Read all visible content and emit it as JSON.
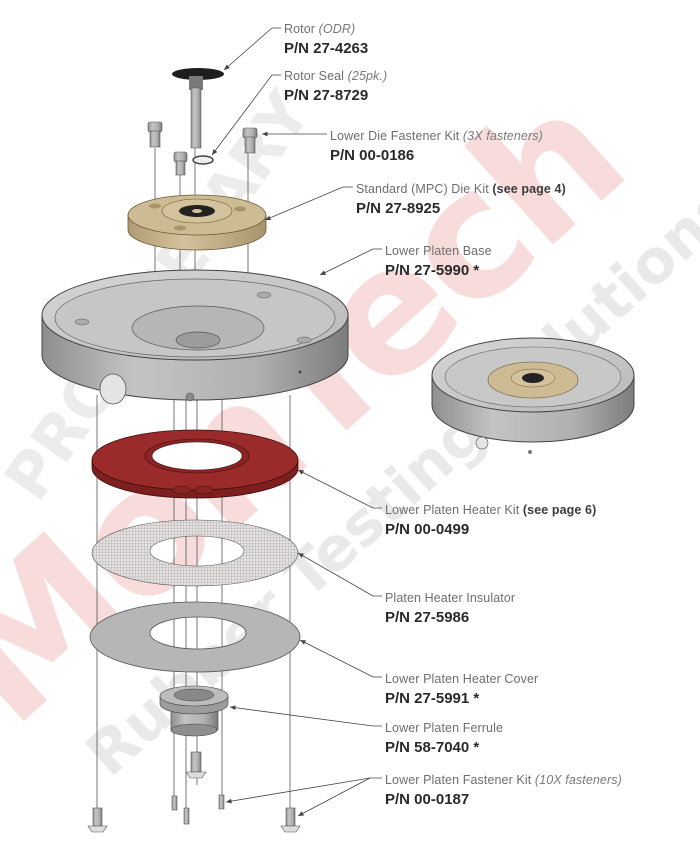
{
  "diagram": {
    "type": "exploded-assembly",
    "subject": "Lower platen / die assembly",
    "parts": [
      {
        "id": "rotor",
        "name": "Rotor",
        "qualifier": "(ODR)",
        "note": "",
        "pn": "P/N 27-4263"
      },
      {
        "id": "rotor-seal",
        "name": "Rotor Seal",
        "qualifier": "(25pk.)",
        "note": "",
        "pn": "P/N 27-8729"
      },
      {
        "id": "lower-die-fastener-kit",
        "name": "Lower Die Fastener Kit",
        "qualifier": "(3X fasteners)",
        "note": "",
        "pn": "P/N 00-0186"
      },
      {
        "id": "standard-die-kit",
        "name": "Standard (MPC) Die Kit",
        "qualifier": "",
        "note": "(see page 4)",
        "pn": "P/N 27-8925"
      },
      {
        "id": "lower-platen-base",
        "name": "Lower Platen Base",
        "qualifier": "",
        "note": "",
        "pn": "P/N 27-5990 *"
      },
      {
        "id": "lower-platen-heater-kit",
        "name": "Lower Platen Heater Kit",
        "qualifier": "",
        "note": "(see page 6)",
        "pn": "P/N 00-0499"
      },
      {
        "id": "platen-heater-insulator",
        "name": "Platen Heater Insulator",
        "qualifier": "",
        "note": "",
        "pn": "P/N 27-5986"
      },
      {
        "id": "lower-platen-heater-cover",
        "name": "Lower Platen Heater Cover",
        "qualifier": "",
        "note": "",
        "pn": "P/N 27-5991 *"
      },
      {
        "id": "lower-platen-ferrule",
        "name": "Lower Platen Ferrule",
        "qualifier": "",
        "note": "",
        "pn": "P/N 58-7040 *"
      },
      {
        "id": "lower-platen-fastener-kit",
        "name": "Lower Platen Fastener Kit",
        "qualifier": "(10X fasteners)",
        "note": "",
        "pn": "P/N 00-0187"
      }
    ]
  },
  "watermark": {
    "line1": "PROPRIETARY",
    "brand": "MonTech",
    "tagline": "Rubber Testing Solutions"
  },
  "colors": {
    "steel": "#b4b4b4",
    "die_bronze": "#c8b48c",
    "heater_red": "#9b2a2a",
    "watermark_red": "#f7d9d9",
    "watermark_gray": "#e6e6e6",
    "label_gray": "#6e6e6e",
    "pn_dark": "#2a2a2a"
  }
}
